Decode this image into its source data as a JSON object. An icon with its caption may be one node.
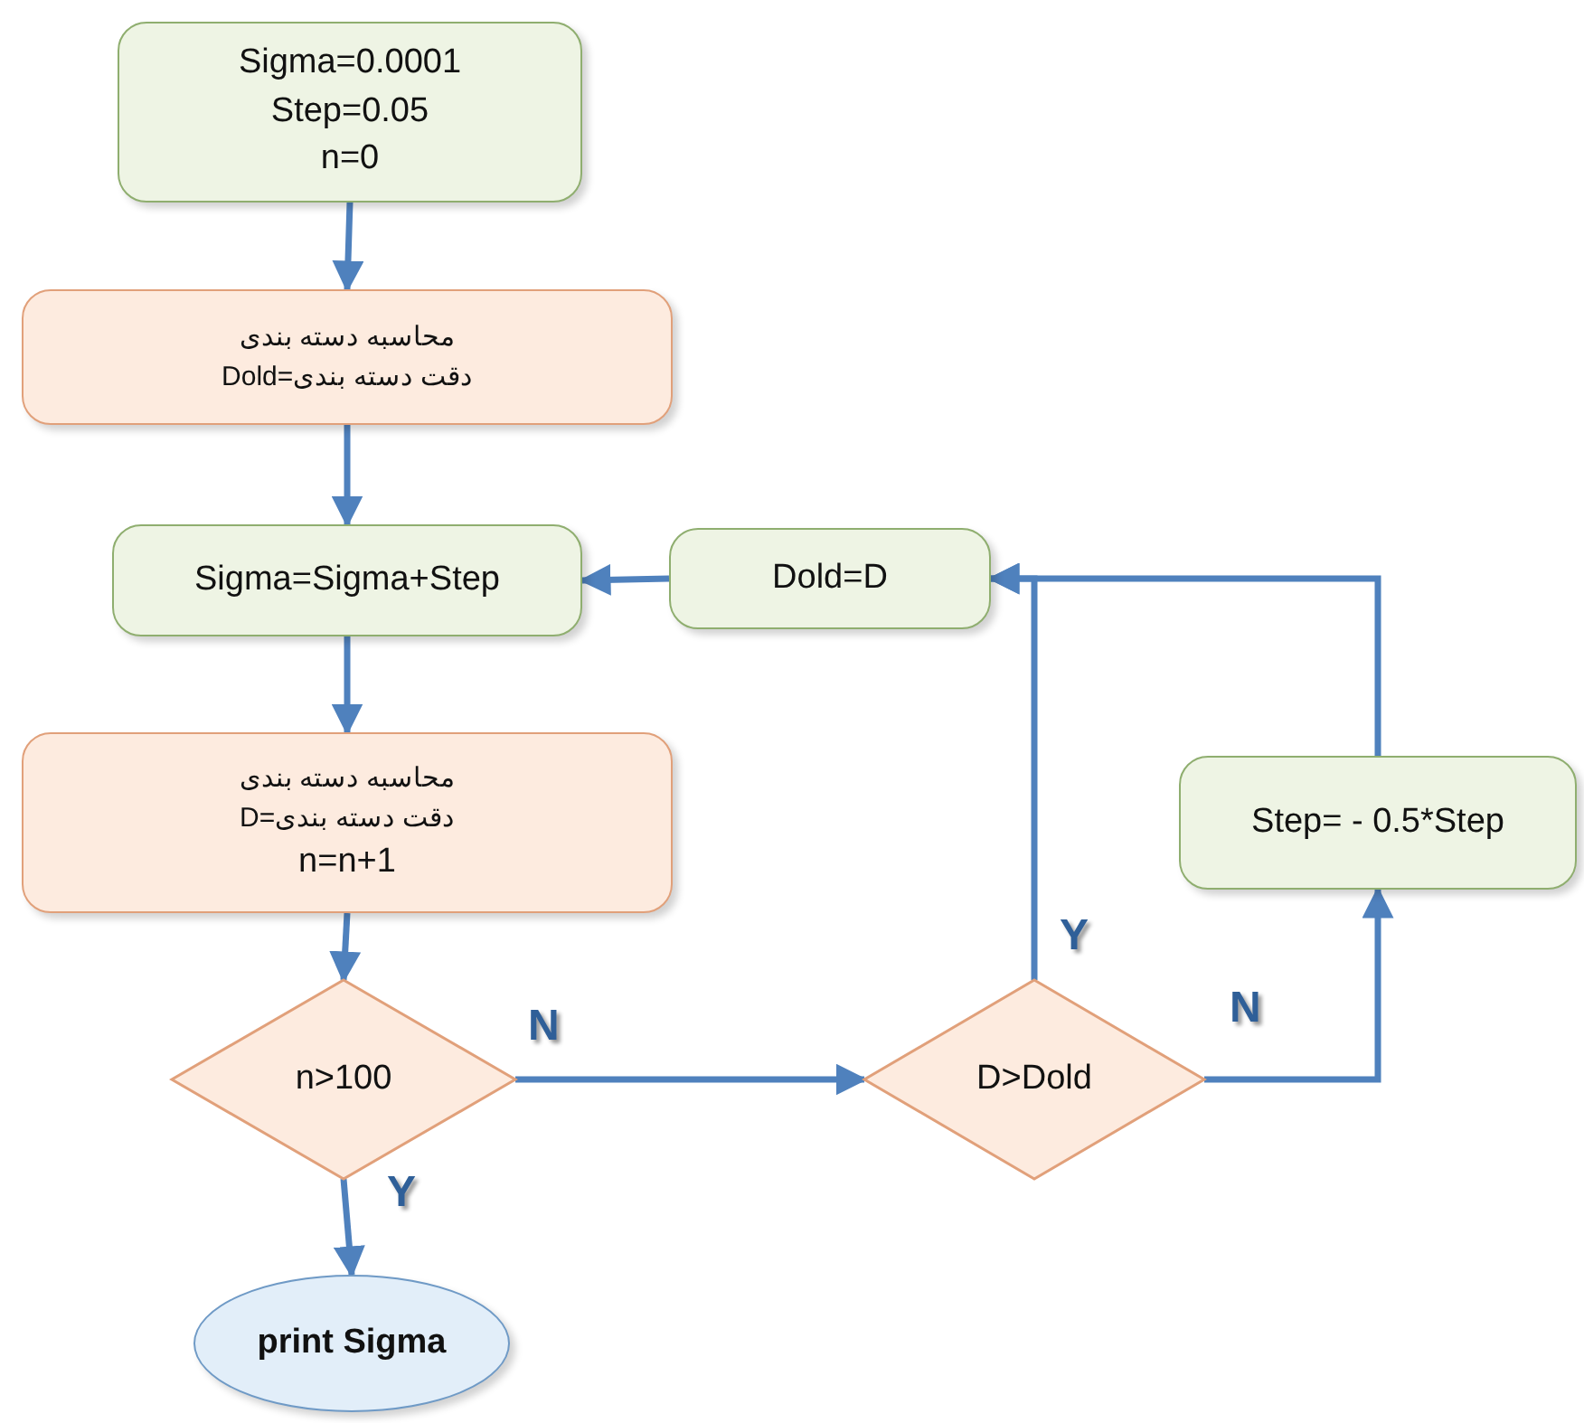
{
  "diagram": {
    "nodes": [
      {
        "text": [
          "Sigma=0.0001",
          "Step=0.05",
          "n=0"
        ]
      },
      {
        "text": [
          "محاسبه دسته بندی",
          "Dold=دقت دسته بندی"
        ]
      },
      {
        "text": [
          "Sigma=Sigma+Step"
        ]
      },
      {
        "text": [
          "Dold=D"
        ]
      },
      {
        "text": [
          "محاسبه دسته بندی",
          "D=دقت دسته بندی",
          "n=n+1"
        ]
      },
      {
        "text": [
          "Step= - 0.5*Step"
        ]
      },
      {
        "text": [
          "n>100"
        ]
      },
      {
        "text": [
          "D>Dold"
        ]
      },
      {
        "text": [
          "print Sigma"
        ]
      }
    ],
    "edges": [
      {
        "from": 0,
        "to": 1,
        "arrow": "to"
      },
      {
        "from": 1,
        "to": 2,
        "arrow": "to"
      },
      {
        "from": 2,
        "to": 4,
        "arrow": "to"
      },
      {
        "from": 4,
        "to": 6,
        "arrow": "to"
      },
      {
        "from": 6,
        "to": 8,
        "arrow": "to",
        "label": "Y"
      },
      {
        "from": 6,
        "to": 7,
        "arrow": "to",
        "label": "N"
      },
      {
        "from": 7,
        "to": 3,
        "arrow": "to",
        "label": "Y"
      },
      {
        "from": 7,
        "to": 5,
        "arrow": "to",
        "label": "N"
      },
      {
        "from": 5,
        "to": 3,
        "arrow": "to"
      },
      {
        "from": 3,
        "to": 2,
        "arrow": "to"
      }
    ]
  }
}
